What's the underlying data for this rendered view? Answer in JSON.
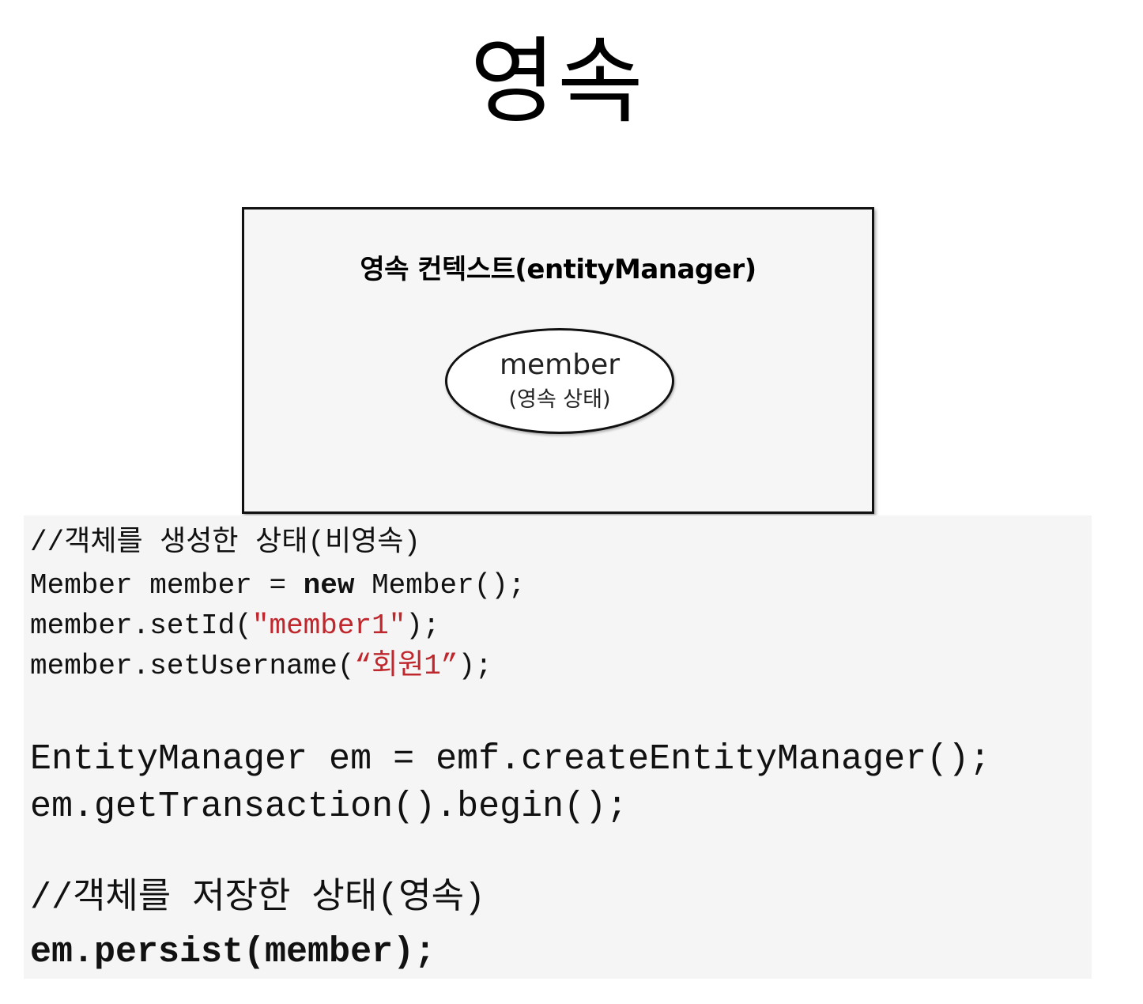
{
  "title": "영속",
  "diagram": {
    "context_label": "영속 컨텍스트(entityManager)",
    "entity_name": "member",
    "entity_state": "(영속 상태)"
  },
  "code": {
    "comment1": "//객체를 생성한 상태(비영속)",
    "line1_a": "Member member = ",
    "line1_kw": "new",
    "line1_b": " Member();",
    "line2_a": "member.setId(",
    "line2_str": "\"member1\"",
    "line2_b": ");",
    "line3_a": "member.setUsername(",
    "line3_str": "“회원1”",
    "line3_b": ");",
    "line4": "EntityManager em = emf.createEntityManager();",
    "line5": "em.getTransaction().begin();",
    "comment2": "//객체를 저장한 상태(영속)",
    "line6": "em.persist(member);"
  }
}
